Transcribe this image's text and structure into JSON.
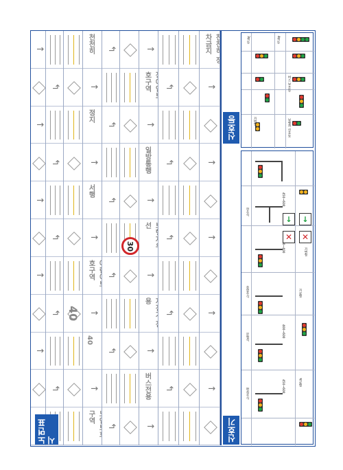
{
  "road_section": {
    "title": "노면표시",
    "columns": [
      {
        "top_label": "교차로 안내 유도선 노면표시",
        "mid_label": "진행방향 표시",
        "bottom_label": "노면 색깔 유도선"
      },
      {
        "top_label": "",
        "mid_label": "",
        "bottom_label": ""
      },
      {
        "top_label": "",
        "mid_label": "",
        "bottom_label": ""
      },
      {
        "top_label": "",
        "mid_label": "",
        "bottom_label": ""
      },
      {
        "top_label": "",
        "mid_label": "",
        "bottom_label": ""
      },
      {
        "top_label": "",
        "mid_label": "",
        "bottom_label": ""
      },
      {
        "top_label": "",
        "mid_label": "",
        "bottom_label": ""
      },
      {
        "top_label": "",
        "mid_label": "",
        "bottom_label": ""
      },
      {
        "top_label": "",
        "mid_label": "",
        "bottom_label": ""
      },
      {
        "top_label": "",
        "mid_label": "",
        "bottom_label": ""
      }
    ],
    "big_texts": [
      "천천히",
      "정지",
      "서행",
      "어린이보호구역",
      "40",
      "노인보호구역",
      "장애인보호구역",
      "일방통행",
      "보행자우선",
      "자전거 전용",
      "버스전용",
      "천천히 정차금지"
    ],
    "speed_value": "30",
    "speed_value_2": "40"
  },
  "signal_section": {
    "title_top": "신호등",
    "title_bottom": "신호기",
    "labels": [
      "4색등",
      "3색등",
      "차량 보조등",
      "가로형",
      "세로형",
      "버스 보조등",
      "보행자 신호등",
      "가변형",
      "가로형",
      "세로형",
      "현수식",
      "중앙주식",
      "문형식",
      "편지주식",
      "가로형",
      "세로형",
      "450~600",
      "350~400",
      "400~600",
      "450~600",
      "가변형"
    ]
  }
}
